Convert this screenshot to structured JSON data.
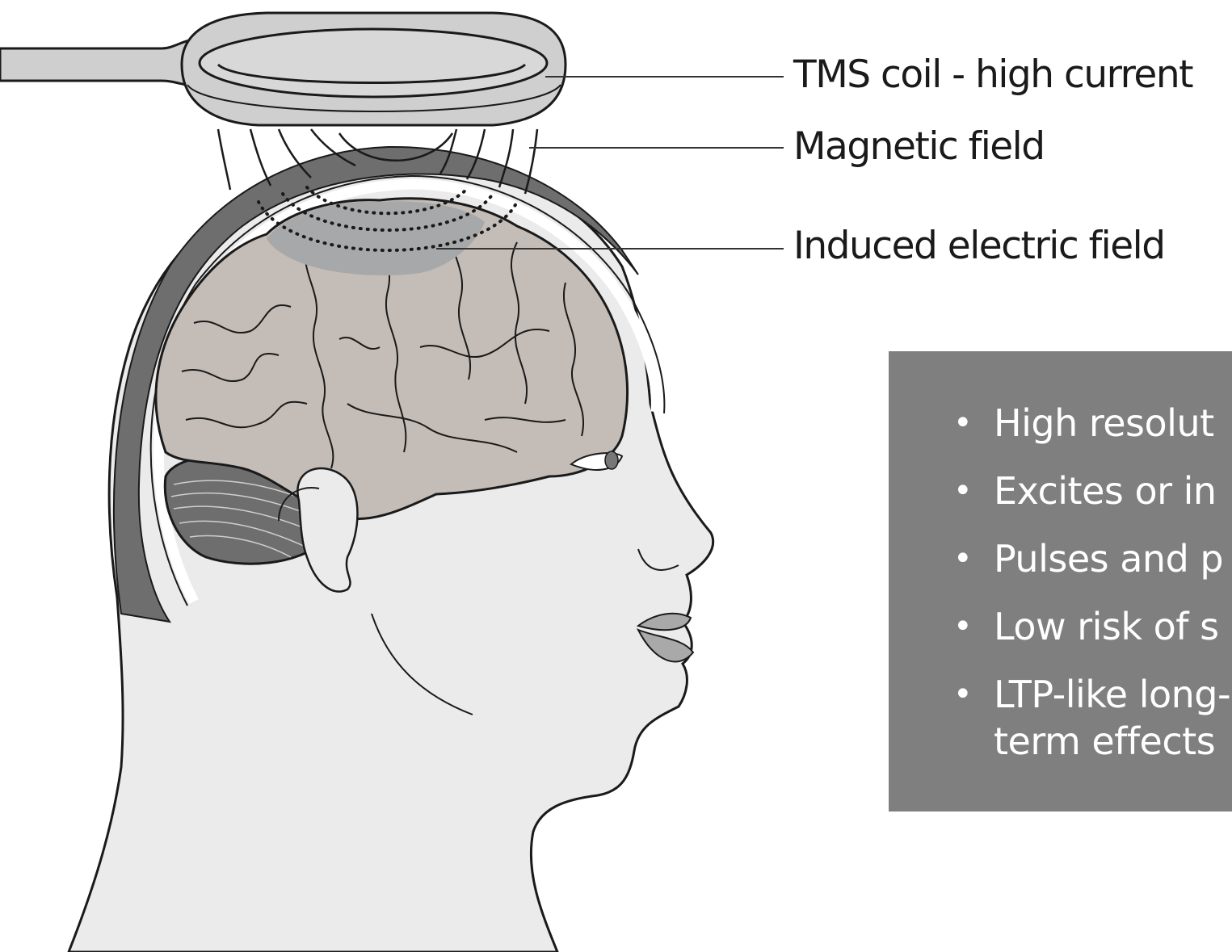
{
  "labels": {
    "coil": "TMS coil - high current",
    "magnetic": "Magnetic field",
    "electric": "Induced electric field"
  },
  "info_box": {
    "items": [
      "High resolut",
      "Excites or in",
      "Pulses and p",
      "Low risk of s",
      "LTP-like long-term effects"
    ]
  },
  "colors": {
    "box_background": "#7f7f7f",
    "brain": "#c4bcb6",
    "skin": "#ebebeb",
    "scalp": "#6e6e6e",
    "coil": "#cfcfcf"
  }
}
